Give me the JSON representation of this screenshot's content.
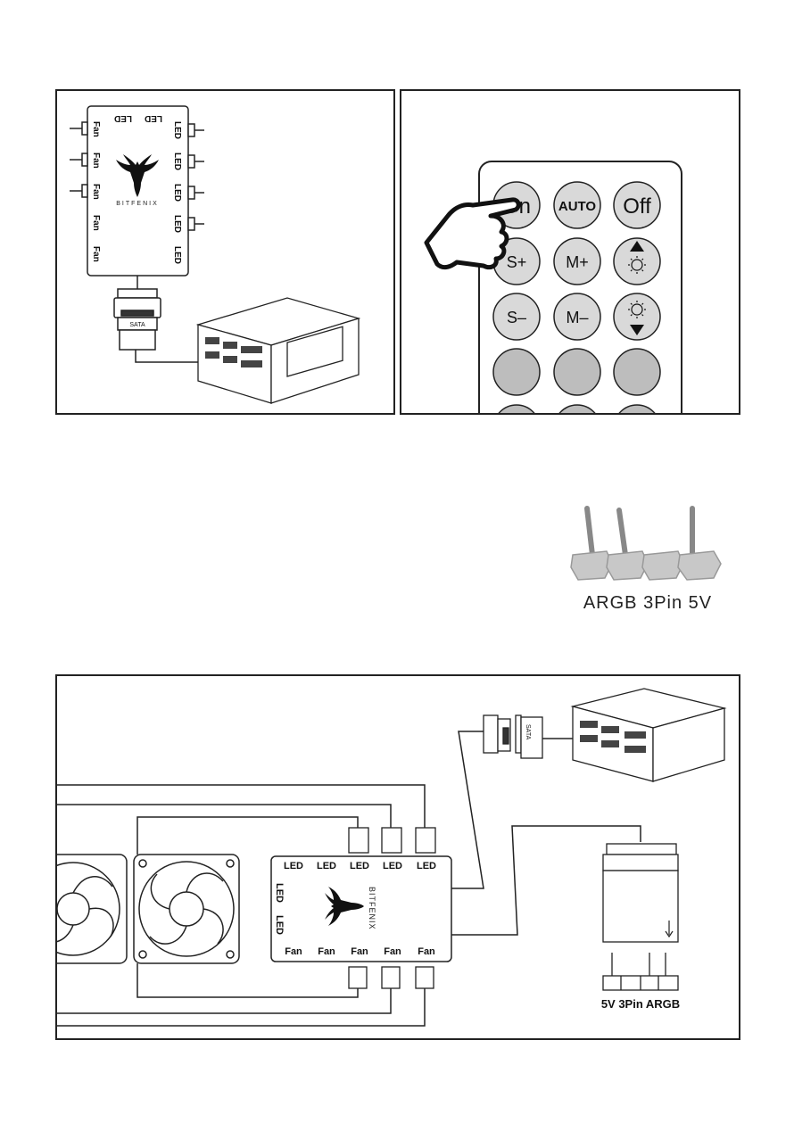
{
  "hub_top": {
    "left_labels": [
      "Fan",
      "Fan",
      "Fan",
      "Fan",
      "Fan"
    ],
    "right_labels": [
      "LED",
      "LED",
      "LED",
      "LED",
      "LED"
    ],
    "top_labels": [
      "LED",
      "LED"
    ],
    "brand": "BITFENIX",
    "sata_label": "SATA"
  },
  "remote": {
    "buttons": [
      "On",
      "AUTO",
      "Off",
      "S+",
      "M+",
      "S–",
      "M–"
    ],
    "colors": {
      "button_fill": "#d9d9d9",
      "gray_button": "#bdbdbd",
      "body": "#ffffff"
    }
  },
  "argb_connector": {
    "caption": "ARGB 3Pin 5V"
  },
  "hub_bottom": {
    "led_labels": [
      "LED",
      "LED",
      "LED",
      "LED",
      "LED"
    ],
    "side_labels": [
      "LED",
      "LED"
    ],
    "fan_labels": [
      "Fan",
      "Fan",
      "Fan",
      "Fan",
      "Fan"
    ],
    "brand": "BITFENIX",
    "sata_label": "SATA",
    "argb_caption": "5V 3Pin ARGB"
  }
}
